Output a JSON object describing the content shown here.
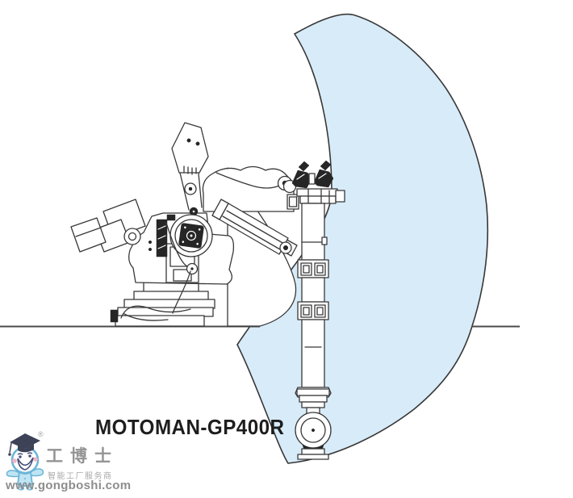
{
  "figure": {
    "model_label": "MOTOMAN-GP400R"
  },
  "watermark": {
    "registered_mark": "®",
    "brand": "工博士",
    "tagline": "智能工厂服务商",
    "url": "www.gongboshi.com"
  },
  "icons": {
    "envelope": "work-envelope-region",
    "robot": "robot-line-drawing",
    "mascot": "gongboshi-graduate-mascot-icon"
  },
  "colors": {
    "envelope_fill": "#d8ebf8",
    "outline": "#383838",
    "floor_line": "#4a4a4a",
    "label_text": "#1d1d1d",
    "watermark_gray": "#949494",
    "mascot_blue": "#6ab5d8",
    "mascot_cap_navy": "#3d4257",
    "blush_pink": "#f5b5c5"
  }
}
